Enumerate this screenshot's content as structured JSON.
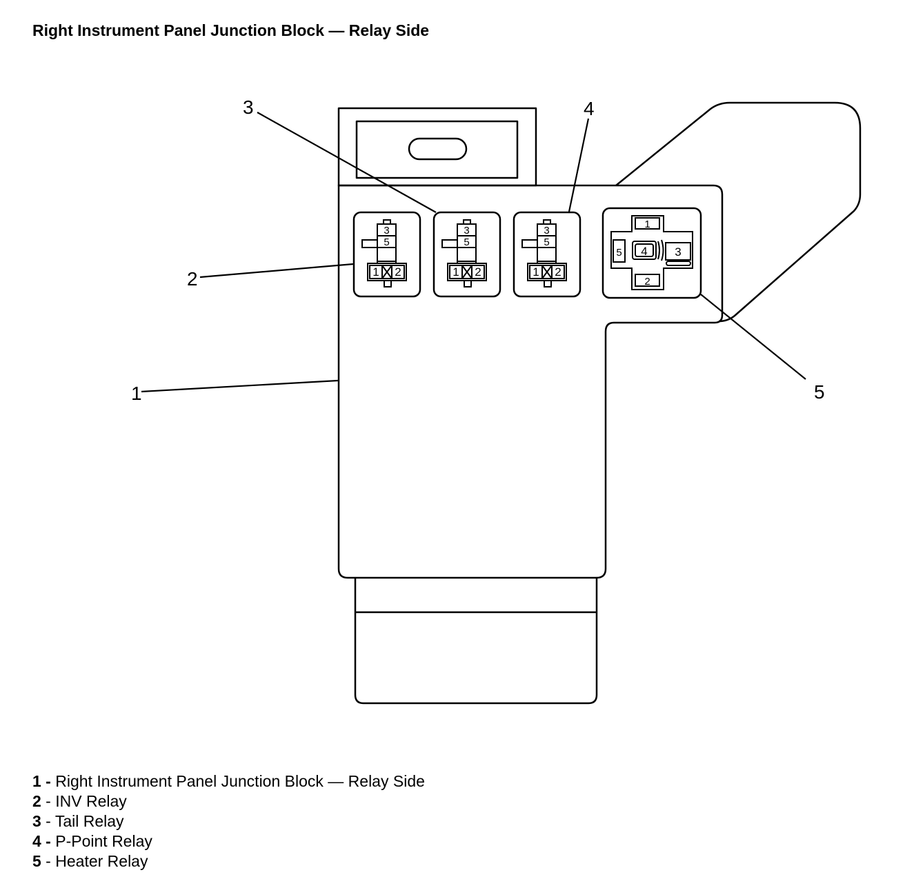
{
  "title": "Right Instrument Panel Junction Block — Relay Side",
  "callouts": {
    "c1": "1",
    "c2": "2",
    "c3": "3",
    "c4": "4",
    "c5": "5"
  },
  "relay_pins": {
    "small": {
      "top": "3",
      "middle": "5",
      "left": "1",
      "right": "2"
    },
    "large": {
      "top": "1",
      "left": "5",
      "center": "4",
      "right": "3",
      "bottom": "2"
    }
  },
  "legend": [
    {
      "num": "1",
      "sep": " - ",
      "text": "Right Instrument Panel Junction Block — Relay Side"
    },
    {
      "num": "2",
      "sep": " - ",
      "text": "INV Relay"
    },
    {
      "num": "3",
      "sep": " - ",
      "text": "Tail Relay"
    },
    {
      "num": "4",
      "sep": " - ",
      "text": "P-Point Relay"
    },
    {
      "num": "5",
      "sep": " - ",
      "text": "Heater Relay"
    }
  ]
}
